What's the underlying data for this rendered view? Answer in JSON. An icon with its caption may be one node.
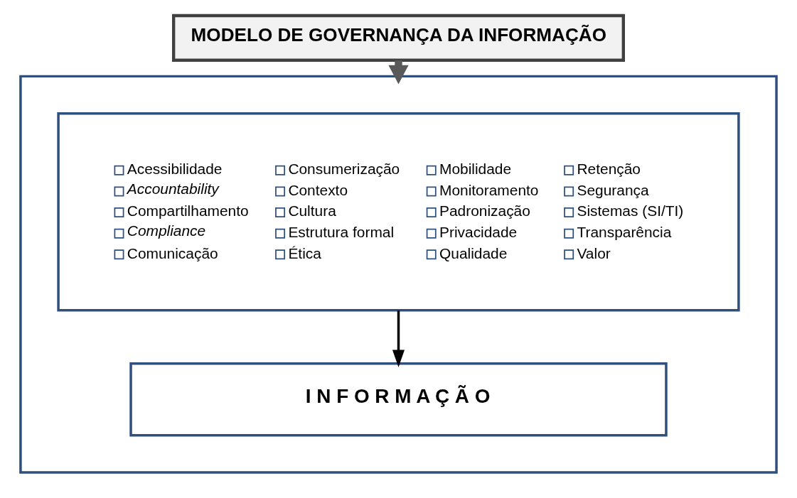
{
  "diagram": {
    "nodes": [
      {
        "text": [
          "MODELO DE GOVERNANÇA DA INFORMAÇÃO"
        ]
      },
      {
        "text": [],
        "shape": "box"
      },
      {
        "text": [
          "Acessibilidade",
          "Accountability",
          "Compartilhamento",
          "Compliance",
          "Comunicação",
          "Consumerização",
          "Contexto",
          "Cultura",
          "Estrutura formal",
          "Ética",
          "Mobilidade",
          "Monitoramento",
          "Padronização",
          "Privacidade",
          "Qualidade",
          "Retenção",
          "Segurança",
          "Sistemas (SI/TI)",
          "Transparência",
          "Valor"
        ],
        "in": 1
      },
      {
        "text": [
          "I N F O R M A Ç Ã O"
        ],
        "in": 1
      }
    ],
    "edges": [
      {
        "from": 0,
        "to": 1,
        "arrow": "to",
        "style": "thick",
        "color": "#595959"
      },
      {
        "from": 2,
        "to": 3,
        "arrow": "to"
      }
    ]
  }
}
